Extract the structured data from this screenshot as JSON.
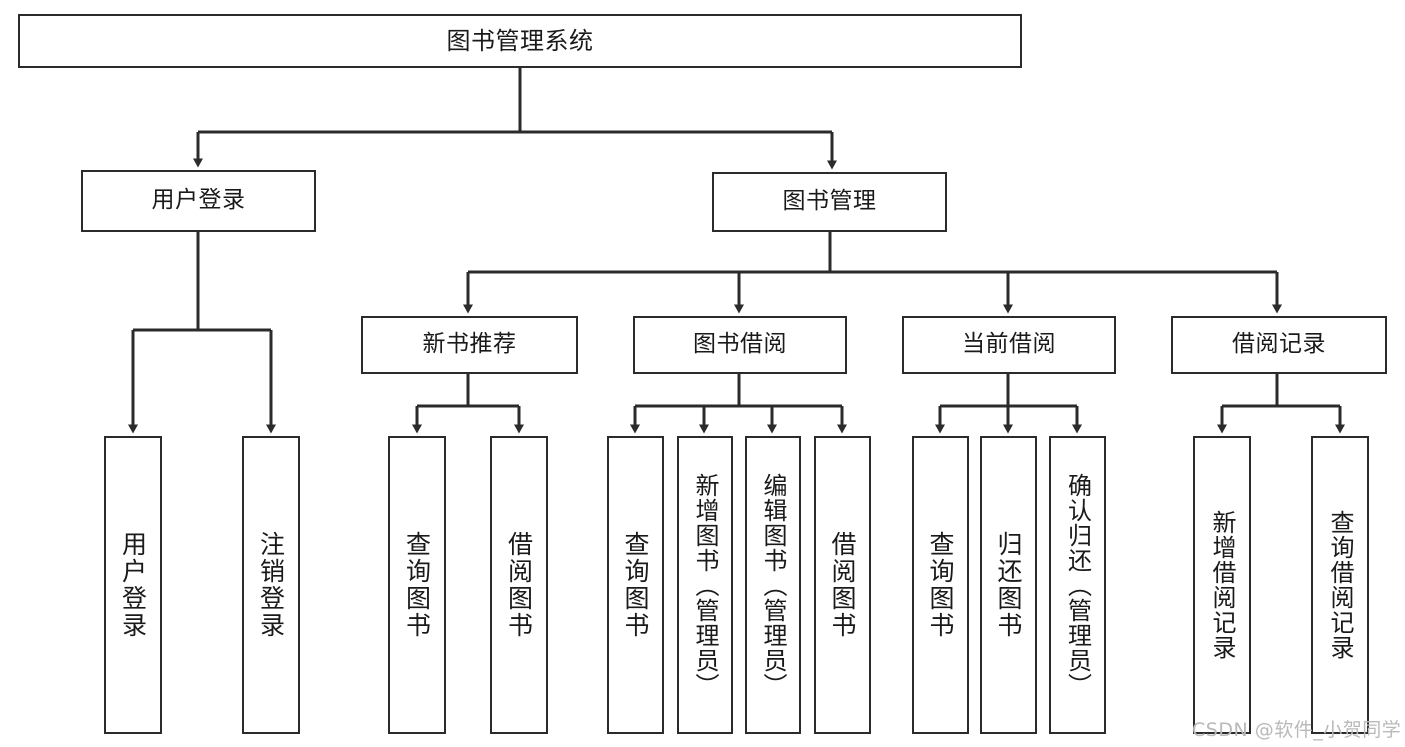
{
  "diagram": {
    "title": "图书管理系统",
    "type": "tree",
    "stroke_color": "#2b2b2b",
    "background_color": "#ffffff",
    "text_color": "#1a1a1a"
  },
  "nodes": {
    "root": {
      "label": "图书管理系统"
    },
    "level2": [
      {
        "id": "user-login",
        "label": "用户登录"
      },
      {
        "id": "book-manage",
        "label": "图书管理"
      }
    ],
    "level3": [
      {
        "id": "new-book-recommend",
        "label": "新书推荐"
      },
      {
        "id": "book-borrow",
        "label": "图书借阅"
      },
      {
        "id": "current-borrow",
        "label": "当前借阅"
      },
      {
        "id": "borrow-record",
        "label": "借阅记录"
      }
    ],
    "leaves": {
      "user_login": [
        {
          "id": "leaf-user-login",
          "label": "用户登录"
        },
        {
          "id": "leaf-logout-login",
          "label": "注销登录"
        }
      ],
      "new_book_recommend": [
        {
          "id": "leaf-query-book-1",
          "label": "查询图书"
        },
        {
          "id": "leaf-borrow-book-1",
          "label": "借阅图书"
        }
      ],
      "book_borrow": [
        {
          "id": "leaf-query-book-2",
          "label": "查询图书"
        },
        {
          "id": "leaf-add-book",
          "label": "新增图书（管理员）"
        },
        {
          "id": "leaf-edit-book",
          "label": "编辑图书（管理员）"
        },
        {
          "id": "leaf-borrow-book-2",
          "label": "借阅图书"
        }
      ],
      "current_borrow": [
        {
          "id": "leaf-query-book-3",
          "label": "查询图书"
        },
        {
          "id": "leaf-return-book",
          "label": "归还图书"
        },
        {
          "id": "leaf-confirm-return",
          "label": "确认归还（管理员）"
        }
      ],
      "borrow_record": [
        {
          "id": "leaf-add-record",
          "label": "新增借阅记录"
        },
        {
          "id": "leaf-query-record",
          "label": "查询借阅记录"
        }
      ]
    }
  },
  "watermark": {
    "text": "CSDN @软件_小贺同学"
  },
  "chart_data": {
    "type": "table",
    "title": "图书管理系统",
    "hierarchy": [
      {
        "label": "图书管理系统",
        "level": 1,
        "children": [
          {
            "label": "用户登录",
            "level": 2,
            "children": [
              {
                "label": "用户登录",
                "level": 3,
                "children": []
              },
              {
                "label": "注销登录",
                "level": 3,
                "children": []
              }
            ]
          },
          {
            "label": "图书管理",
            "level": 2,
            "children": [
              {
                "label": "新书推荐",
                "level": 3,
                "children": [
                  {
                    "label": "查询图书",
                    "level": 4,
                    "children": []
                  },
                  {
                    "label": "借阅图书",
                    "level": 4,
                    "children": []
                  }
                ]
              },
              {
                "label": "图书借阅",
                "level": 3,
                "children": [
                  {
                    "label": "查询图书",
                    "level": 4,
                    "children": []
                  },
                  {
                    "label": "新增图书（管理员）",
                    "level": 4,
                    "children": []
                  },
                  {
                    "label": "编辑图书（管理员）",
                    "level": 4,
                    "children": []
                  },
                  {
                    "label": "借阅图书",
                    "level": 4,
                    "children": []
                  }
                ]
              },
              {
                "label": "当前借阅",
                "level": 3,
                "children": [
                  {
                    "label": "查询图书",
                    "level": 4,
                    "children": []
                  },
                  {
                    "label": "归还图书",
                    "level": 4,
                    "children": []
                  },
                  {
                    "label": "确认归还（管理员）",
                    "level": 4,
                    "children": []
                  }
                ]
              },
              {
                "label": "借阅记录",
                "level": 3,
                "children": [
                  {
                    "label": "新增借阅记录",
                    "level": 4,
                    "children": []
                  },
                  {
                    "label": "查询借阅记录",
                    "level": 4,
                    "children": []
                  }
                ]
              }
            ]
          }
        ]
      }
    ]
  }
}
